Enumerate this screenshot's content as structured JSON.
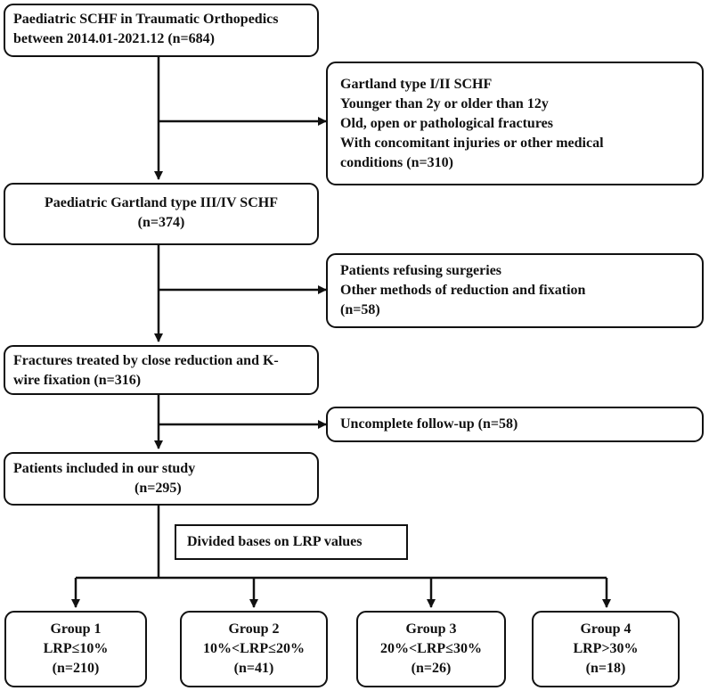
{
  "boxes": {
    "start": {
      "lines": [
        "Paediatric SCHF in Traumatic Orthopedics",
        "between 2014.01-2021.12 (n=684)"
      ]
    },
    "excl1": {
      "lines": [
        "Gartland type I/II SCHF",
        "Younger  than  2y or older  than  12y",
        "Old,  open or pathological fractures",
        "With  concomitant  injuries  or  other  medical",
        "conditions  (n=310)"
      ]
    },
    "gartland": {
      "lines": [
        "Paediatric  Gartland  type  III/IV  SCHF",
        "(n=374)"
      ]
    },
    "excl2": {
      "lines": [
        "Patients  refusing  surgeries",
        "Other  methods  of  reduction  and  fixation",
        "(n=58)"
      ]
    },
    "treated": {
      "lines": [
        "Fractures treated by close reduction  and  K-",
        "wire  fixation  (n=316)"
      ]
    },
    "excl3": {
      "lines": [
        "Uncomplete  follow-up  (n=58)"
      ]
    },
    "included": {
      "lines": [
        "Patients  included  in  our  study",
        "(n=295)"
      ]
    },
    "divided": {
      "lines": [
        "Divided  bases on LRP values"
      ]
    },
    "groups": [
      {
        "lines": [
          "Group  1",
          "LRP≤10%",
          "(n=210)"
        ]
      },
      {
        "lines": [
          "Group  2",
          "10%<LRP≤20%",
          "(n=41)"
        ]
      },
      {
        "lines": [
          "Group  3",
          "20%<LRP≤30%",
          "(n=26)"
        ]
      },
      {
        "lines": [
          "Group  4",
          "LRP>30%",
          "(n=18)"
        ]
      }
    ]
  }
}
